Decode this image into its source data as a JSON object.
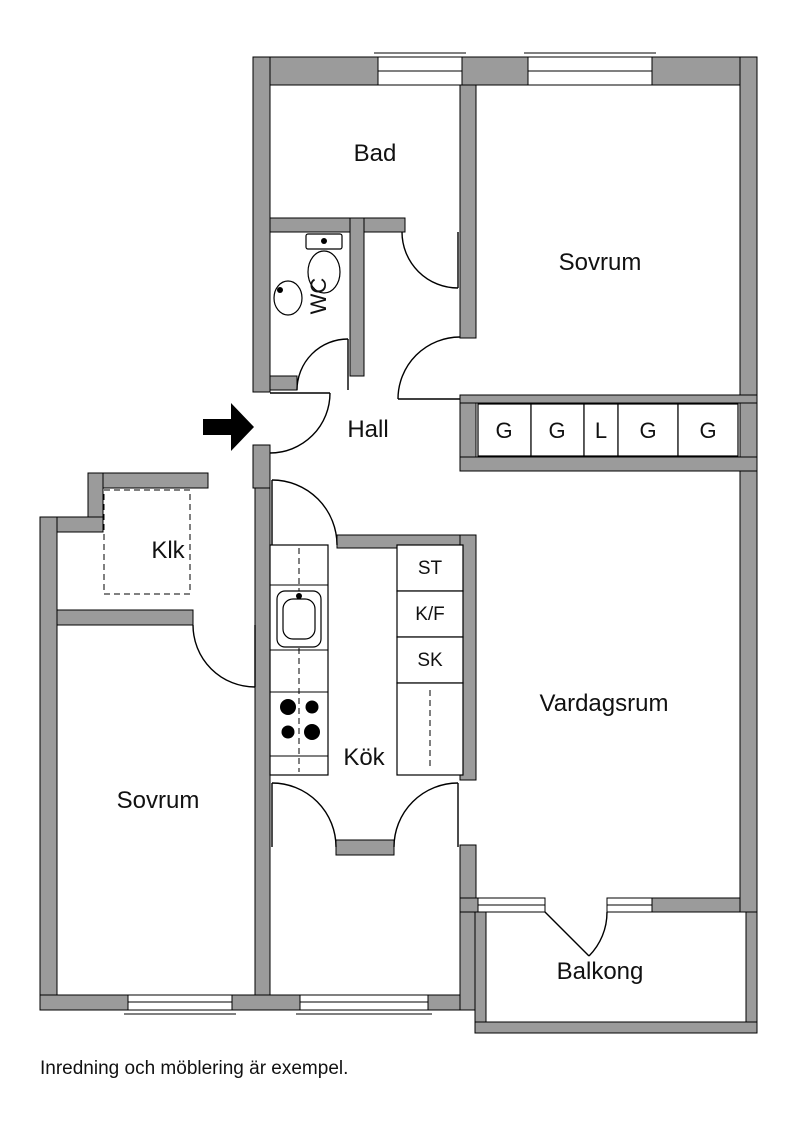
{
  "caption": "Inredning och möblering är exempel.",
  "rooms": {
    "bad": "Bad",
    "wc": "WC",
    "sovrum_top": "Sovrum",
    "hall": "Hall",
    "klk": "Klk",
    "sovrum_left": "Sovrum",
    "kok": "Kök",
    "vardagsrum": "Vardagsrum",
    "balkong": "Balkong"
  },
  "wardrobes": [
    "G",
    "G",
    "L",
    "G",
    "G"
  ],
  "kitchen_units": [
    "ST",
    "K/F",
    "SK"
  ],
  "colors": {
    "wall": "#9b9b9b",
    "outline": "#000000",
    "background": "#ffffff"
  }
}
